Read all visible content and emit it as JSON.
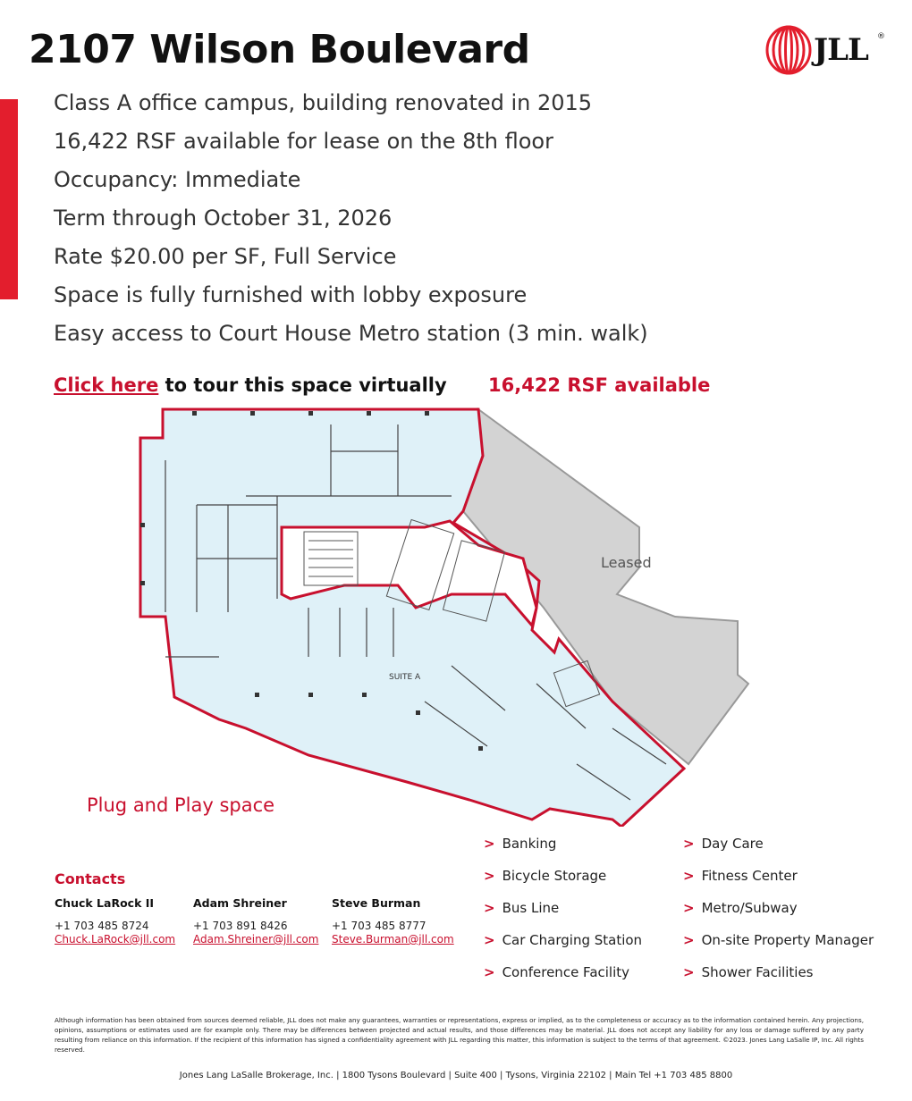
{
  "header": {
    "title": "2107 Wilson Boulevard",
    "logo_text": "JLL",
    "logo_reg": "®"
  },
  "bullets": [
    "Class A office campus, building renovated in 2015",
    "16,422 RSF available for lease on the 8th floor",
    "Occupancy: Immediate",
    "Term through October 31, 2026",
    "Rate $20.00 per SF, Full Service",
    "Space is fully furnished with lobby exposure",
    "Easy access to Court House Metro station (3 min. walk)"
  ],
  "tour": {
    "link_text": "Click here",
    "rest_text": " to tour this space virtually"
  },
  "rsf_label": "16,422 RSF available",
  "plan": {
    "leased_label": "Leased",
    "suite_label": "SUITE A"
  },
  "plug_label": "Plug and Play space",
  "contacts": {
    "heading": "Contacts",
    "people": [
      {
        "name": "Chuck LaRock II",
        "phone": "+1 703 485 8724",
        "email": "Chuck.LaRock@jll.com"
      },
      {
        "name": "Adam Shreiner",
        "phone": "+1 703 891 8426",
        "email": "Adam.Shreiner@jll.com"
      },
      {
        "name": "Steve Burman",
        "phone": "+1 703 485 8777",
        "email": "Steve.Burman@jll.com"
      }
    ]
  },
  "amenities": {
    "chevron": ">",
    "left": [
      "Banking",
      "Bicycle Storage",
      "Bus Line",
      "Car Charging Station",
      "Conference Facility"
    ],
    "right": [
      "Day Care",
      "Fitness Center",
      "Metro/Subway",
      "On-site Property Manager",
      "Shower Facilities"
    ]
  },
  "disclaimer": "Although information has been obtained from sources deemed reliable, JLL does not make any guarantees, warranties or representations, express or implied, as to the completeness or accuracy as to the information contained herein. Any projections, opinions, assumptions or estimates used are for example only. There may be differences between projected and actual results, and those differences may be material. JLL does not accept any liability for any loss or damage suffered by any party resulting from reliance on this information. If the recipient of this information has signed a confidentiality agreement with JLL regarding this matter, this information is subject to the terms of that agreement. ©2023. Jones Lang LaSalle IP, Inc. All rights reserved.",
  "footer": "Jones Lang LaSalle Brokerage, Inc. | 1800 Tysons Boulevard | Suite 400 | Tysons, Virginia 22102 | Main Tel +1 703 485 8800",
  "colors": {
    "brand_red": "#c8102e",
    "plan_fill": "#dff1f8",
    "leased_fill": "#d3d3d3"
  }
}
